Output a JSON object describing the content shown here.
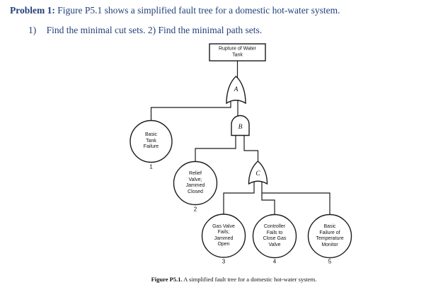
{
  "header": {
    "problem_label": "Problem 1:",
    "problem_text": "Figure P5.1 shows a simplified fault tree for a domestic hot-water system.",
    "item_number": "1)",
    "item_text": "Find the minimal cut sets. 2) Find the minimal path sets."
  },
  "diagram": {
    "top_event": {
      "lines": [
        "Rupture of Water",
        "Tank"
      ]
    },
    "gates": [
      {
        "id": "A",
        "label": "A",
        "type": "or"
      },
      {
        "id": "B",
        "label": "B",
        "type": "and"
      },
      {
        "id": "C",
        "label": "C",
        "type": "or"
      }
    ],
    "basic_events": [
      {
        "number": "1",
        "lines": [
          "Basic",
          "Tank",
          "Failure"
        ]
      },
      {
        "number": "2",
        "lines": [
          "Relief",
          "Valve;",
          "Jammed",
          "Closed"
        ]
      },
      {
        "number": "3",
        "lines": [
          "Gas Valve",
          "Fails;",
          "Jammed",
          "Open"
        ]
      },
      {
        "number": "4",
        "lines": [
          "Controller",
          "Fails to",
          "Close Gas",
          "Valve"
        ]
      },
      {
        "number": "5",
        "lines": [
          "Basic",
          "Failure of",
          "Temperature",
          "Monitor"
        ]
      }
    ]
  },
  "caption": {
    "label": "Figure P5.1.",
    "text": "A simplified fault tree for a domestic hot-water system."
  },
  "colors": {
    "header_text": "#24407a",
    "line": "#1a1a1a",
    "background": "#ffffff"
  }
}
